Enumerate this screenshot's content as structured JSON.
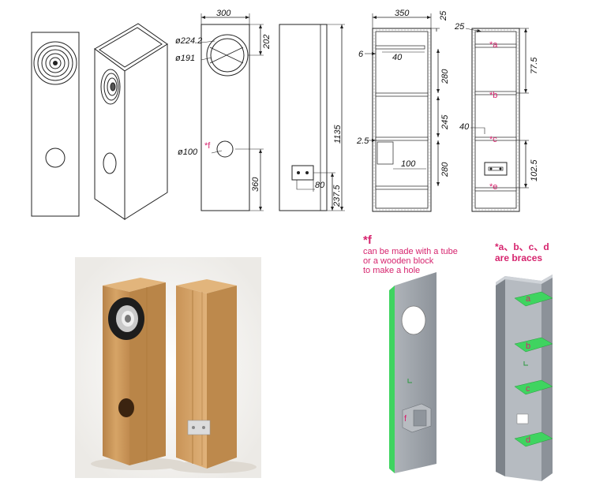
{
  "colors": {
    "accent": "#d6246e",
    "wood": "#c8955a",
    "panel_gray": "#9ea4ab",
    "brace_green": "#3fd460"
  },
  "drawings": {
    "front_panel": {
      "width": "300",
      "driver_outer": "ø224.2",
      "driver_inner": "ø191",
      "top_offset": "202",
      "port_diameter": "ø100",
      "port_mark": "*f",
      "port_height": "360"
    },
    "side_view": {
      "height": "1135",
      "terminal_width": "80",
      "terminal_height": "237.5"
    },
    "section_front": {
      "depth": "350",
      "thickness": "25",
      "left_offset": "6",
      "brace1_width": "40",
      "chamber1": "280",
      "chamber2": "245",
      "chamber3": "280",
      "gap": "2.5",
      "brace_depth": "100"
    },
    "section_side": {
      "thickness": "25",
      "top_gap": "77.5",
      "brace_width": "40",
      "bottom_gap": "102.5",
      "brace_labels": [
        "*a",
        "*b",
        "*c",
        "*e"
      ]
    }
  },
  "notes": {
    "f_title": "*f",
    "f_text": [
      "can be made with a tube",
      "or a wooden block",
      "to make a hole"
    ],
    "braces_title": "*a、b、c、d",
    "braces_subtitle": "are braces"
  },
  "model_labels": {
    "port": "f",
    "braces": [
      "a",
      "b",
      "c",
      "d"
    ]
  }
}
